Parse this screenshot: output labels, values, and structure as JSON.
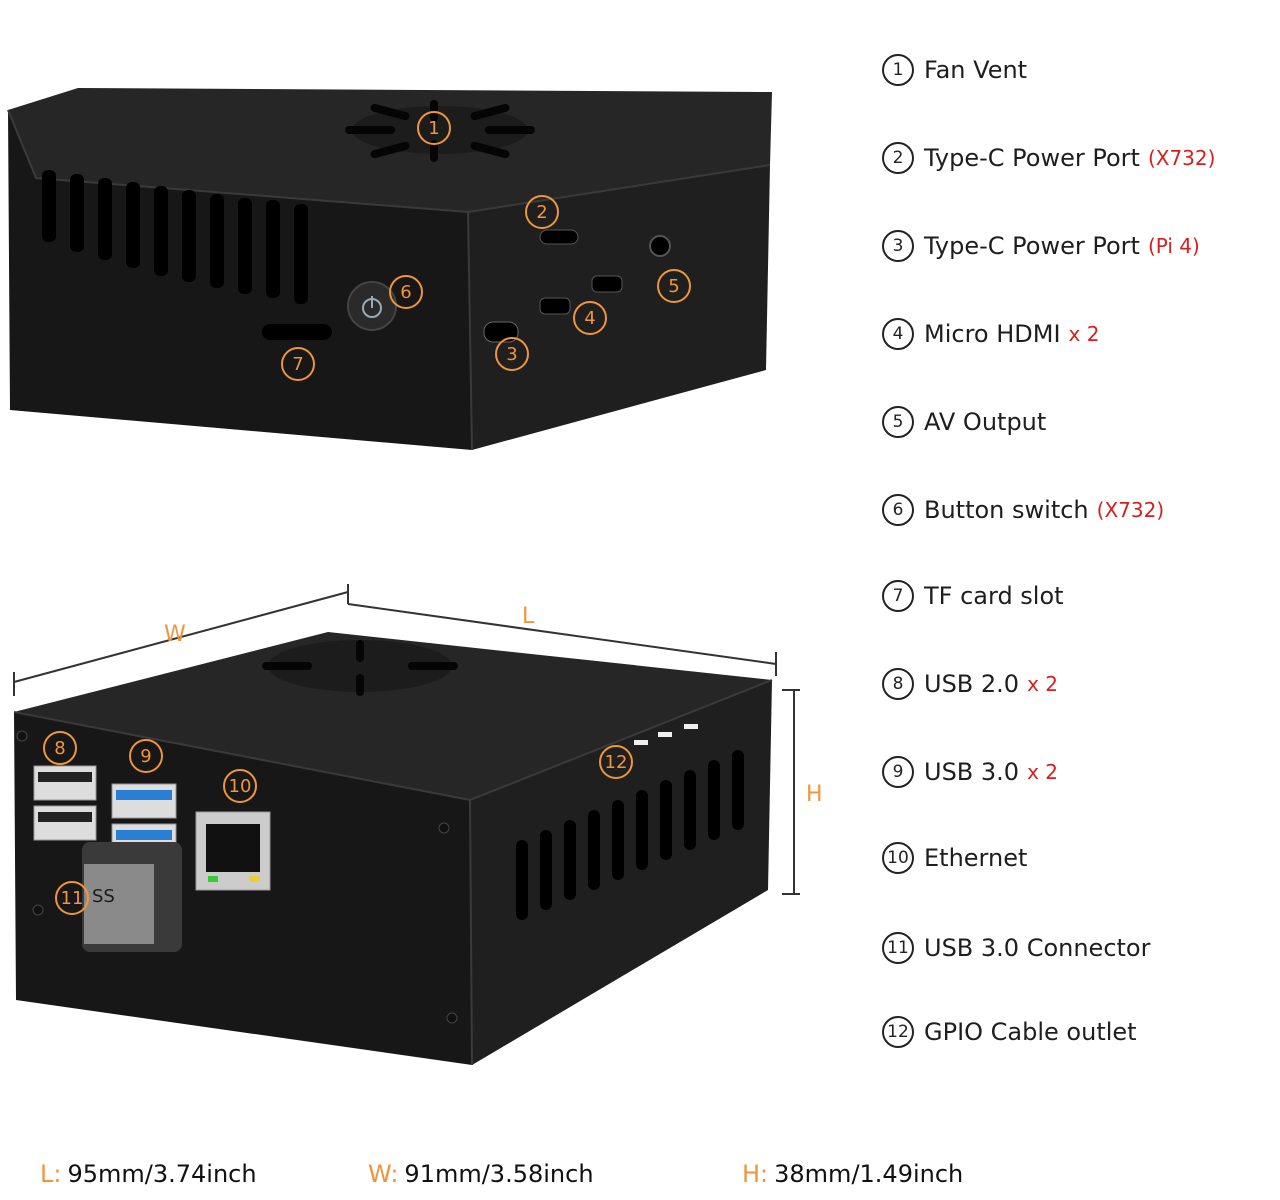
{
  "legend": [
    {
      "num": "1",
      "label": "Fan Vent",
      "note": ""
    },
    {
      "num": "2",
      "label": "Type-C Power Port",
      "note": "(X732)"
    },
    {
      "num": "3",
      "label": "Type-C Power Port",
      "note": "(Pi 4)"
    },
    {
      "num": "4",
      "label": "Micro HDMI",
      "note": "x 2"
    },
    {
      "num": "5",
      "label": "AV Output",
      "note": ""
    },
    {
      "num": "6",
      "label": "Button switch",
      "note": "(X732)"
    },
    {
      "num": "7",
      "label": "TF card slot",
      "note": ""
    },
    {
      "num": "8",
      "label": "USB 2.0",
      "note": "x 2"
    },
    {
      "num": "9",
      "label": "USB 3.0",
      "note": "x 2"
    },
    {
      "num": "10",
      "label": "Ethernet",
      "note": ""
    },
    {
      "num": "11",
      "label": "USB 3.0 Connector",
      "note": ""
    },
    {
      "num": "12",
      "label": "GPIO Cable outlet",
      "note": ""
    }
  ],
  "dimension_labels": {
    "w": "W",
    "l": "L",
    "h": "H"
  },
  "dimensions": [
    {
      "key": "L:",
      "value": "95mm/3.74inch"
    },
    {
      "key": "W:",
      "value": "91mm/3.58inch"
    },
    {
      "key": "H:",
      "value": "38mm/1.49inch"
    }
  ],
  "colors": {
    "accent": "#f0953a",
    "note": "#d42020",
    "case": "#1b1b1b"
  },
  "port_marking": "SS"
}
